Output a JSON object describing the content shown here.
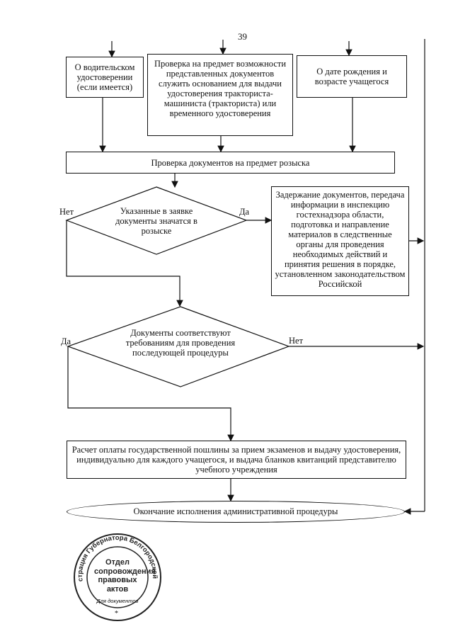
{
  "page_number": "39",
  "boxes": {
    "driver_license": "О водительском удостоверении (если имеется)",
    "check_documents": "Проверка на предмет возможности представленных документов служить основанием для выдачи удостоверения тракториста-машиниста (тракториста) или временного удостоверения",
    "birth_date": "О дате рождения и возрасте учащегося",
    "wanted_check": "Проверка документов на предмет розыска",
    "detention": "Задержание документов, передача информации в инспекцию гостехнадзора области, подготовка и направление материалов в следственные органы для проведения необходимых действий и принятия решения в порядке, установленном законодательством Российской",
    "payment": "Расчет оплаты государственной пошлины за прием экзаменов и выдачу удостоверения, индивидуально для каждого учащегося, и выдача бланков квитанций представителю учебного учреждения",
    "end": "Окончание исполнения административной процедуры"
  },
  "decisions": {
    "wanted": "Указанные в заявке документы значатся в розыске",
    "requirements": "Документы соответствуют требованиям для проведения последующей процедуры"
  },
  "branch_labels": {
    "wanted_no": "Нет",
    "wanted_yes": "Да",
    "req_yes": "Да",
    "req_no": "Нет"
  },
  "stamp": {
    "ring_text": "Администрация Губернатора Белгородской области",
    "center_text": "Отдел сопровождения правовых актов",
    "bottom_text": "Для документов",
    "star": "*"
  }
}
